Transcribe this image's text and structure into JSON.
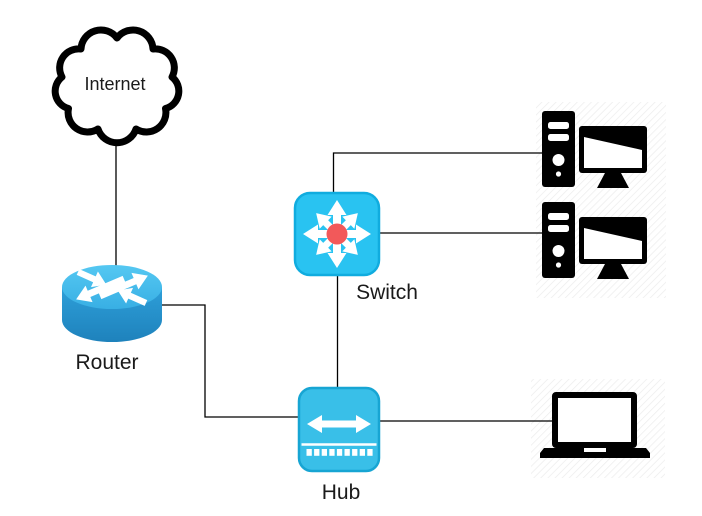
{
  "diagram": {
    "type": "network-topology",
    "nodes": [
      {
        "id": "internet",
        "type": "cloud",
        "label": "Internet"
      },
      {
        "id": "router",
        "type": "router",
        "label": "Router"
      },
      {
        "id": "switch",
        "type": "switch",
        "label": "Switch"
      },
      {
        "id": "hub",
        "type": "hub",
        "label": "Hub"
      },
      {
        "id": "pc1",
        "type": "desktop-computer",
        "label": ""
      },
      {
        "id": "pc2",
        "type": "desktop-computer",
        "label": ""
      },
      {
        "id": "laptop",
        "type": "laptop",
        "label": ""
      }
    ],
    "connections": [
      {
        "from": "internet",
        "to": "router"
      },
      {
        "from": "router",
        "to": "hub"
      },
      {
        "from": "switch",
        "to": "pc1"
      },
      {
        "from": "switch",
        "to": "pc2"
      },
      {
        "from": "switch",
        "to": "hub"
      },
      {
        "from": "hub",
        "to": "laptop"
      }
    ],
    "icons": {
      "internet": "cloud-icon",
      "router": "cisco-router-icon",
      "switch": "cisco-switch-icon",
      "hub": "hub-icon",
      "pc1": "desktop-computer-icon",
      "pc2": "desktop-computer-icon",
      "laptop": "laptop-icon"
    }
  },
  "colors": {
    "background": "#FFFFFF",
    "connector_line": "#000000",
    "label_text": "#1A1A1A",
    "switch_fill": "#29C3F1",
    "switch_border": "#10ACDF",
    "hub_fill": "#39BFE8",
    "hub_border": "#17A5D3",
    "switch_center_dot": "#F2595A",
    "router_top": "#4CC3F0",
    "router_body": "#2591CC",
    "device_icon": "#000000",
    "arrow_glyphs": "#FFFFFF",
    "watermark_hatch": "#ECECEC"
  }
}
